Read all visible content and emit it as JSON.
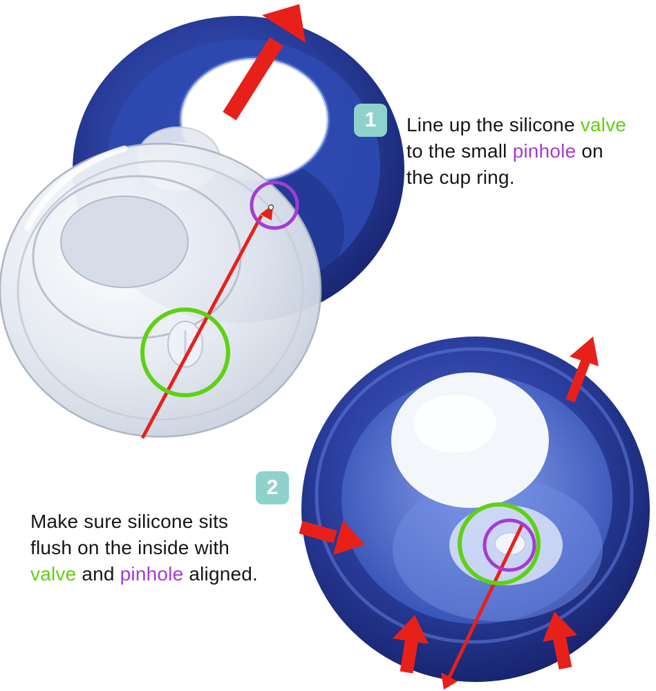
{
  "colors": {
    "cup_blue": "#2a3f9e",
    "valve_green": "#62cf10",
    "pinhole_purple": "#a43bd4",
    "arrow_red": "#e8201a",
    "badge_teal": "#8fd2cb",
    "text_black": "#161616"
  },
  "step1": {
    "number": "1",
    "line1_text": "Line up the silicone ",
    "line1_highlight": "valve",
    "line2_text": "to the small ",
    "line2_highlight": "pinhole",
    "line2_suffix": " on",
    "line3_text": "the cup ring."
  },
  "step2": {
    "number": "2",
    "line1_text": "Make sure silicone sits",
    "line2_text": "flush on the inside with",
    "line3_highlight1": "valve",
    "line3_mid": " and ",
    "line3_highlight2": "pinhole",
    "line3_suffix": " aligned."
  }
}
